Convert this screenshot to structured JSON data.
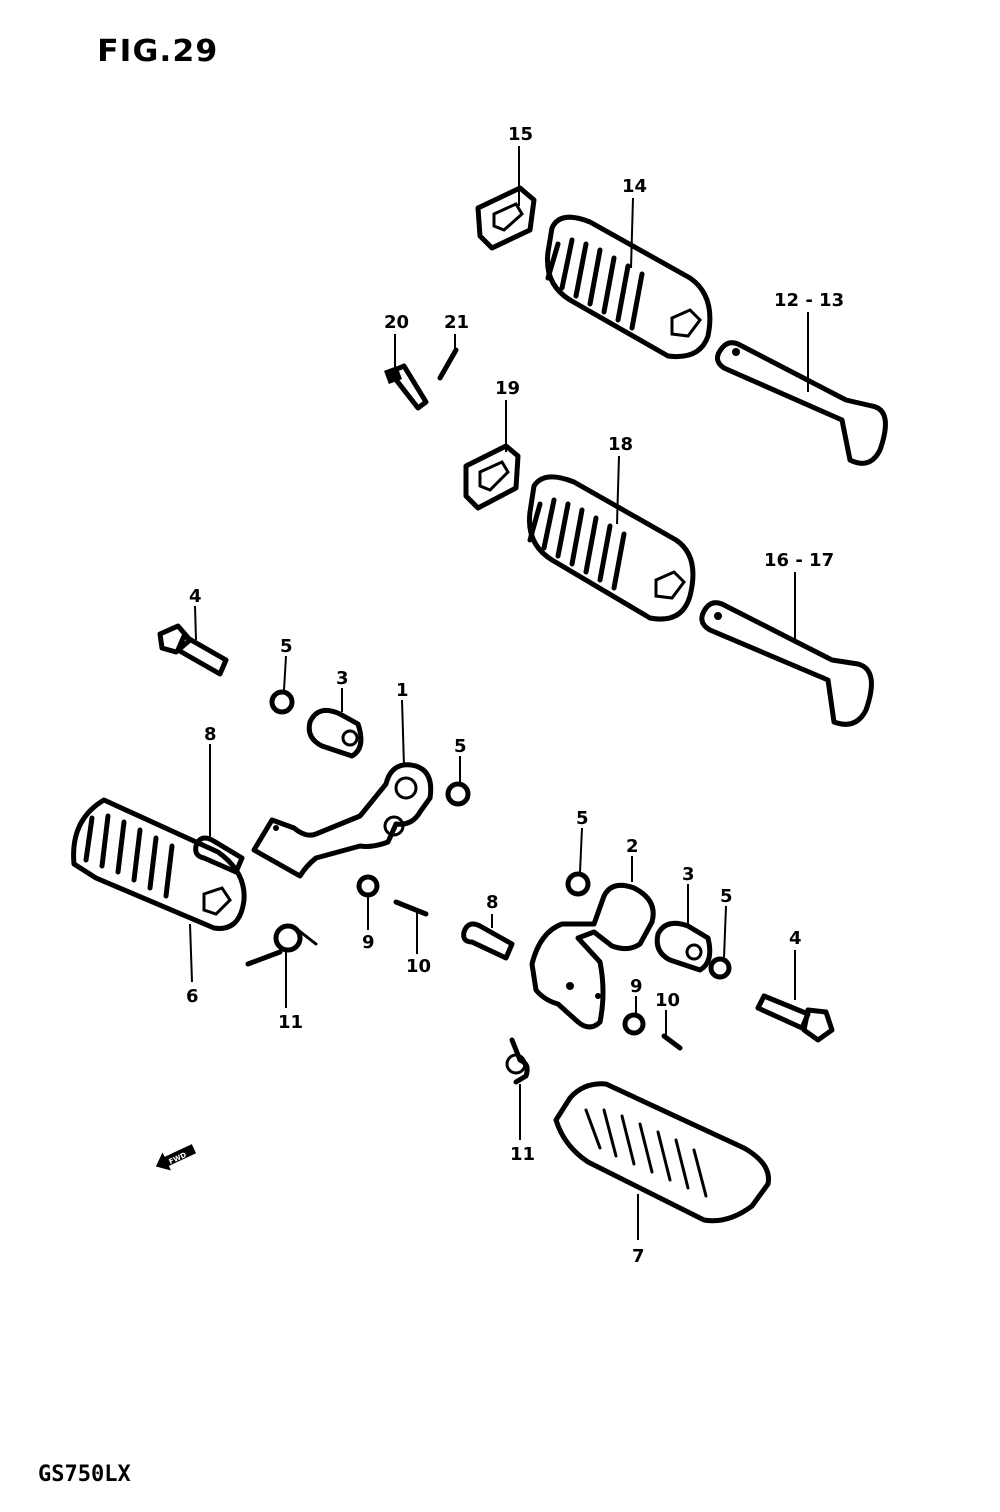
{
  "figure": {
    "title": "FIG.29",
    "model_code": "GS750LX"
  },
  "callouts": {
    "p15": "15",
    "p14": "14",
    "p12_13": "12 - 13",
    "p20": "20",
    "p21": "21",
    "p19": "19",
    "p18": "18",
    "p16_17": "16 - 17",
    "p4a": "4",
    "p5a": "5",
    "p3a": "3",
    "p1": "1",
    "p8a": "8",
    "p5b": "5",
    "p6": "6",
    "p9a": "9",
    "p10a": "10",
    "p11a": "11",
    "p5c": "5",
    "p2": "2",
    "p3b": "3",
    "p5d": "5",
    "p4b": "4",
    "p8b": "8",
    "p9b": "9",
    "p10b": "10",
    "p11b": "11",
    "p7": "7"
  },
  "direction_marker": {
    "icon": "forward-arrow-icon",
    "label": "FWD"
  }
}
